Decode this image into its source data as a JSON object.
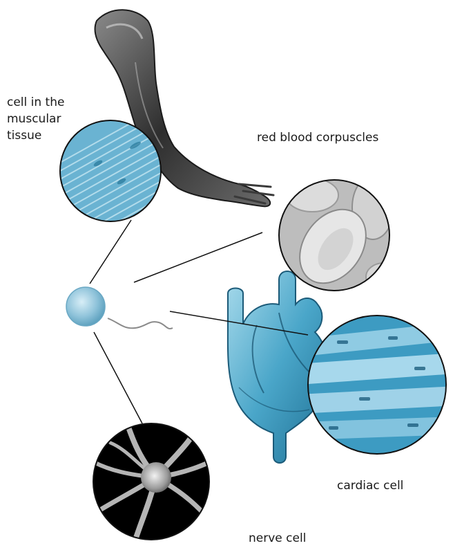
{
  "labels": {
    "muscle_cell": "cell in the\nmuscular\ntissue",
    "red_blood": "red blood corpuscles",
    "cardiac": "cardiac cell",
    "nerve": "nerve cell"
  },
  "colors": {
    "tissue_blue": "#5aaed0",
    "stem_cell": "#8fc3da",
    "rbc_gray": "#c8c8c8",
    "nerve_bg": "#000000",
    "line": "#111111"
  },
  "icons": {
    "arm": "arm-anatomy-icon",
    "heart": "heart-anatomy-icon",
    "stem_cell": "stem-cell-icon"
  }
}
